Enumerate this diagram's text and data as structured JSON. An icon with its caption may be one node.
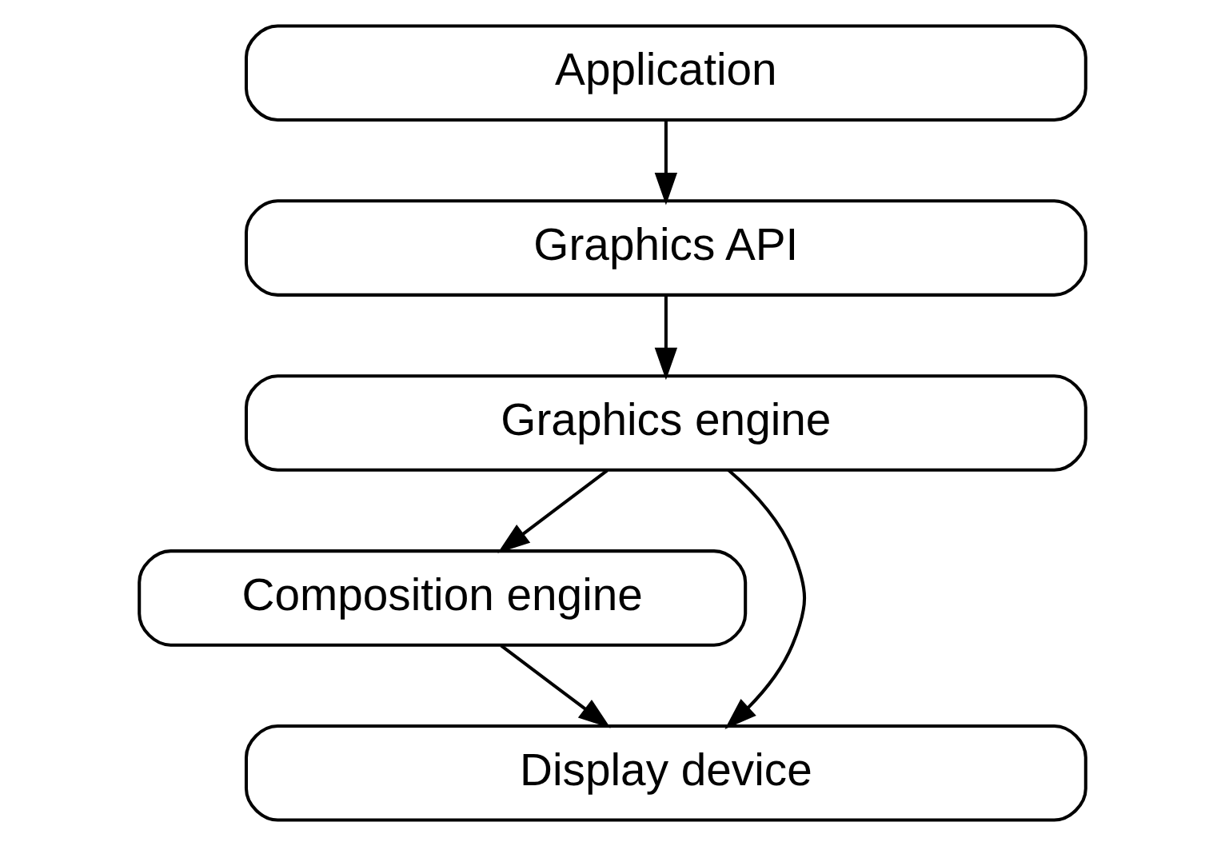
{
  "diagram": {
    "nodes": [
      {
        "text": [
          "Application"
        ]
      },
      {
        "text": [
          "Graphics API"
        ]
      },
      {
        "text": [
          "Graphics engine"
        ]
      },
      {
        "text": [
          "Composition engine"
        ]
      },
      {
        "text": [
          "Display device"
        ]
      }
    ],
    "edges": [
      {
        "from": 0,
        "to": 1,
        "arrow": "to"
      },
      {
        "from": 1,
        "to": 2,
        "arrow": "to"
      },
      {
        "from": 2,
        "to": 4,
        "arrow": "to"
      },
      {
        "from": 2,
        "to": 3,
        "arrow": "to"
      },
      {
        "from": 3,
        "to": 4,
        "arrow": "to"
      }
    ]
  }
}
